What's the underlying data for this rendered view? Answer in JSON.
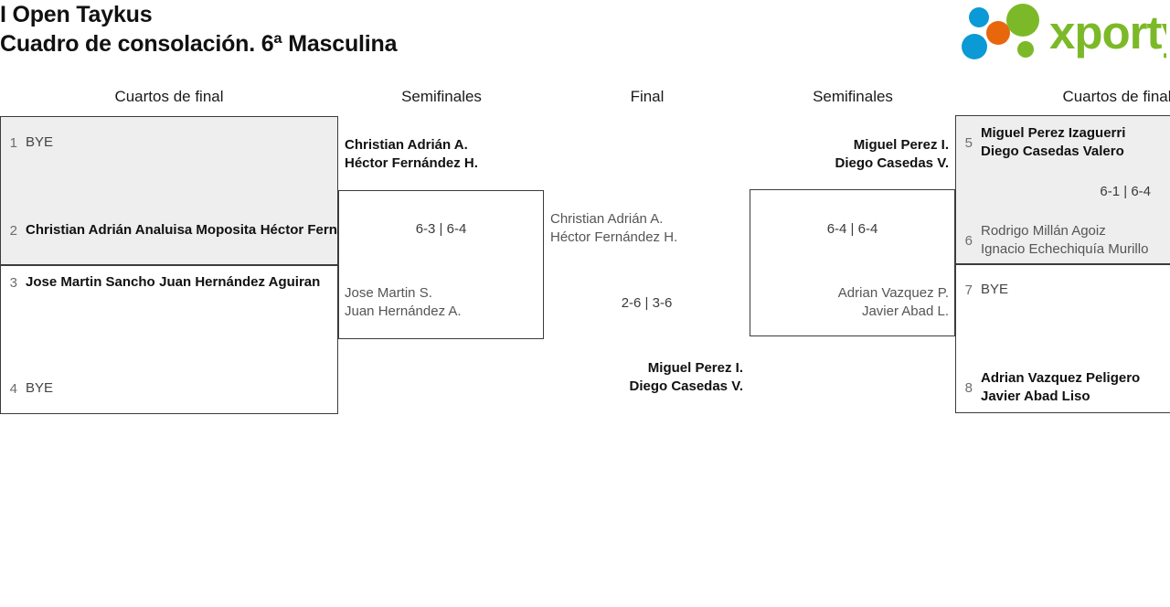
{
  "header": {
    "title_line1": "I Open Taykus",
    "title_line2": "Cuadro de consolación. 6ª Masculina",
    "logo_text": "xporty",
    "logo_colors": {
      "green": "#7cb928",
      "blue": "#0b9ad6",
      "orange": "#e8670c"
    }
  },
  "rounds": [
    {
      "label": "Cuartos de final",
      "side": "left"
    },
    {
      "label": "Semifinales",
      "side": "left"
    },
    {
      "label": "Final",
      "side": "center"
    },
    {
      "label": "Semifinales",
      "side": "right"
    },
    {
      "label": "Cuartos de final",
      "side": "right"
    }
  ],
  "left": {
    "quarterfinals": [
      {
        "shaded": true,
        "top": {
          "seed": "1",
          "lines": [
            "BYE"
          ],
          "bye": true,
          "winner": false
        },
        "bottom": {
          "seed": "2",
          "lines": [
            "Christian Adrián Analuisa Moposita",
            "Héctor Fernández Herrero"
          ],
          "bye": false,
          "winner": true
        },
        "score": ""
      },
      {
        "shaded": false,
        "top": {
          "seed": "3",
          "lines": [
            "Jose Martin Sancho",
            "Juan Hernández Aguiran"
          ],
          "bye": false,
          "winner": true
        },
        "bottom": {
          "seed": "4",
          "lines": [
            "BYE"
          ],
          "bye": true,
          "winner": false
        },
        "score": ""
      }
    ],
    "semifinal": {
      "winner_lines": [
        "Christian Adrián A.",
        "Héctor Fernández H."
      ],
      "score": "6-3 | 6-4",
      "loser_lines": [
        "Jose Martin S.",
        "Juan Hernández A."
      ]
    }
  },
  "final": {
    "loser_lines": [
      "Christian Adrián A.",
      "Héctor Fernández H."
    ],
    "score": "2-6 | 3-6",
    "winner_lines": [
      "Miguel Perez I.",
      "Diego Casedas V."
    ]
  },
  "right": {
    "semifinal": {
      "winner_lines": [
        "Miguel Perez I.",
        "Diego Casedas V."
      ],
      "score": "6-4 | 6-4",
      "loser_lines": [
        "Adrian Vazquez P.",
        "Javier Abad L."
      ]
    },
    "quarterfinals": [
      {
        "shaded": true,
        "top": {
          "seed": "5",
          "lines": [
            "Miguel Perez Izaguerri",
            "Diego Casedas Valero"
          ],
          "bye": false,
          "winner": true
        },
        "bottom": {
          "seed": "6",
          "lines": [
            "Rodrigo Millán Agoiz",
            "Ignacio Echechiquía Murillo"
          ],
          "bye": false,
          "winner": false
        },
        "score": "6-1 | 6-4"
      },
      {
        "shaded": false,
        "top": {
          "seed": "7",
          "lines": [
            "BYE"
          ],
          "bye": true,
          "winner": false
        },
        "bottom": {
          "seed": "8",
          "lines": [
            "Adrian Vazquez Peligero",
            "Javier Abad Liso"
          ],
          "bye": false,
          "winner": true
        },
        "score": ""
      }
    ]
  }
}
